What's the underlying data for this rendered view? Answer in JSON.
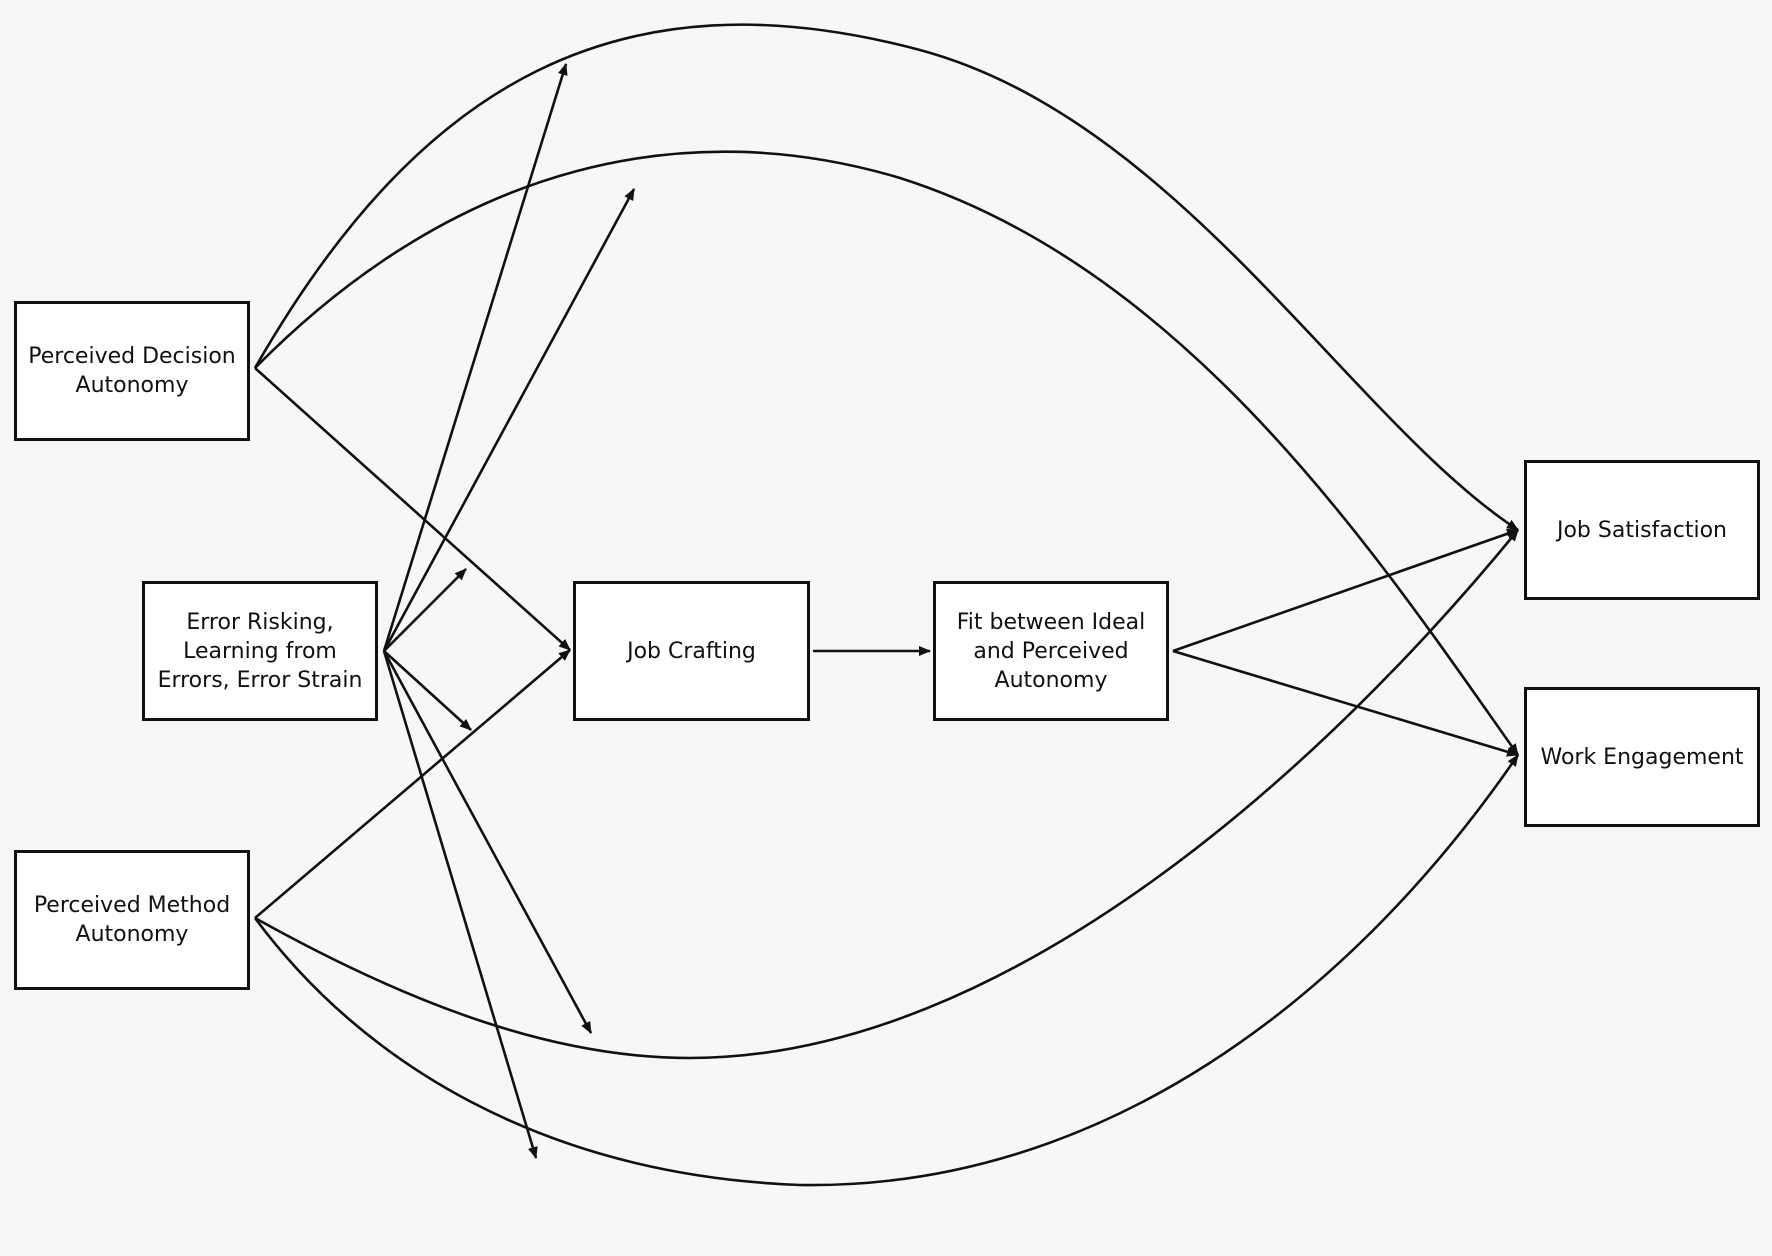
{
  "nodes": {
    "perceived_decision_autonomy": "Perceived Decision\nAutonomy",
    "error_risking": "Error Risking,\nLearning from\nErrors, Error Strain",
    "perceived_method_autonomy": "Perceived Method\nAutonomy",
    "job_crafting": "Job Crafting",
    "fit_ideal_perceived": "Fit between Ideal\nand Perceived\nAutonomy",
    "job_satisfaction": "Job Satisfaction",
    "work_engagement": "Work Engagement"
  },
  "edges": [
    {
      "from": "perceived_decision_autonomy",
      "to": "job_crafting"
    },
    {
      "from": "perceived_decision_autonomy",
      "to": "job_satisfaction"
    },
    {
      "from": "perceived_decision_autonomy",
      "to": "work_engagement"
    },
    {
      "from": "perceived_method_autonomy",
      "to": "job_crafting"
    },
    {
      "from": "perceived_method_autonomy",
      "to": "job_satisfaction"
    },
    {
      "from": "perceived_method_autonomy",
      "to": "work_engagement"
    },
    {
      "from": "job_crafting",
      "to": "fit_ideal_perceived"
    },
    {
      "from": "fit_ideal_perceived",
      "to": "job_satisfaction"
    },
    {
      "from": "fit_ideal_perceived",
      "to": "work_engagement"
    },
    {
      "from": "error_risking",
      "to": "moderated_path",
      "role": "moderator"
    },
    {
      "from": "error_risking",
      "to": "moderated_path",
      "role": "moderator"
    },
    {
      "from": "error_risking",
      "to": "moderated_path",
      "role": "moderator"
    },
    {
      "from": "error_risking",
      "to": "moderated_path",
      "role": "moderator"
    },
    {
      "from": "error_risking",
      "to": "moderated_path",
      "role": "moderator"
    },
    {
      "from": "error_risking",
      "to": "moderated_path",
      "role": "moderator"
    }
  ],
  "colors": {
    "background": "#f7f7f7",
    "box_fill": "#ffffff",
    "stroke": "#111111"
  }
}
